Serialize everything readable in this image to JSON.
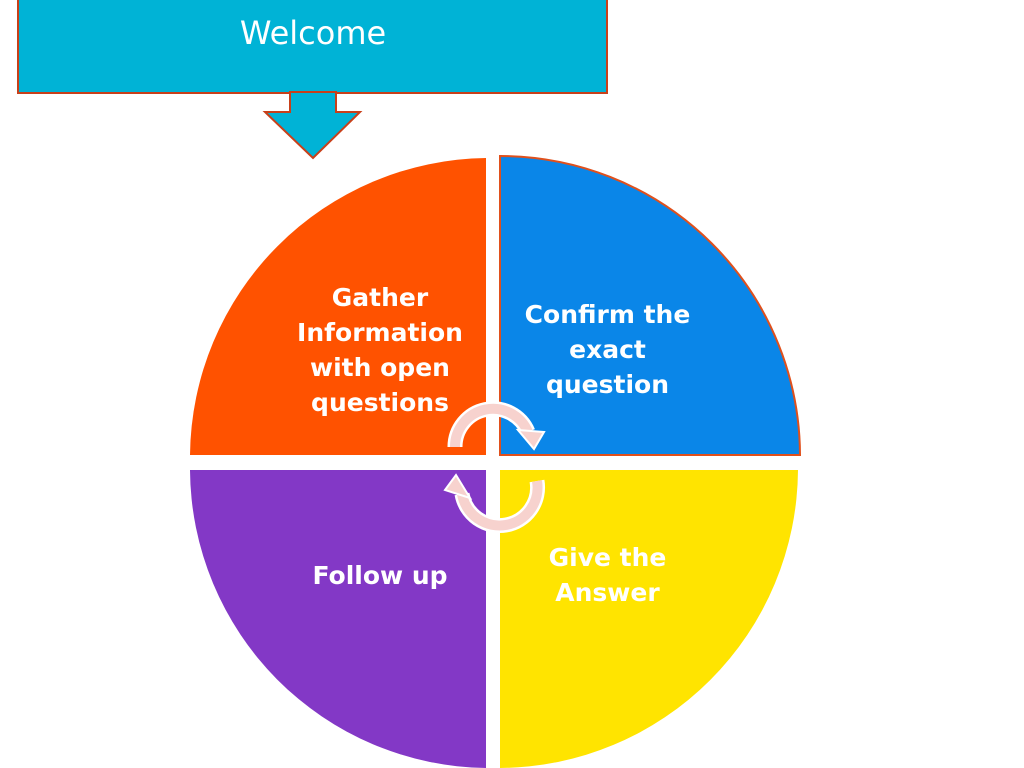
{
  "header": {
    "title": "Welcome"
  },
  "quadrants": [
    {
      "label": "Gather Information with open questions",
      "color": "#FF5200"
    },
    {
      "label": "Confirm the exact question",
      "color": "#0A86E8"
    },
    {
      "label": "Follow up",
      "color": "#8338C6"
    },
    {
      "label": "Give the Answer",
      "color": "#FFE400"
    }
  ],
  "colors": {
    "banner": "#00B3D6",
    "border": "#C8401A",
    "cycle_arrow": "#F7D2CE"
  }
}
